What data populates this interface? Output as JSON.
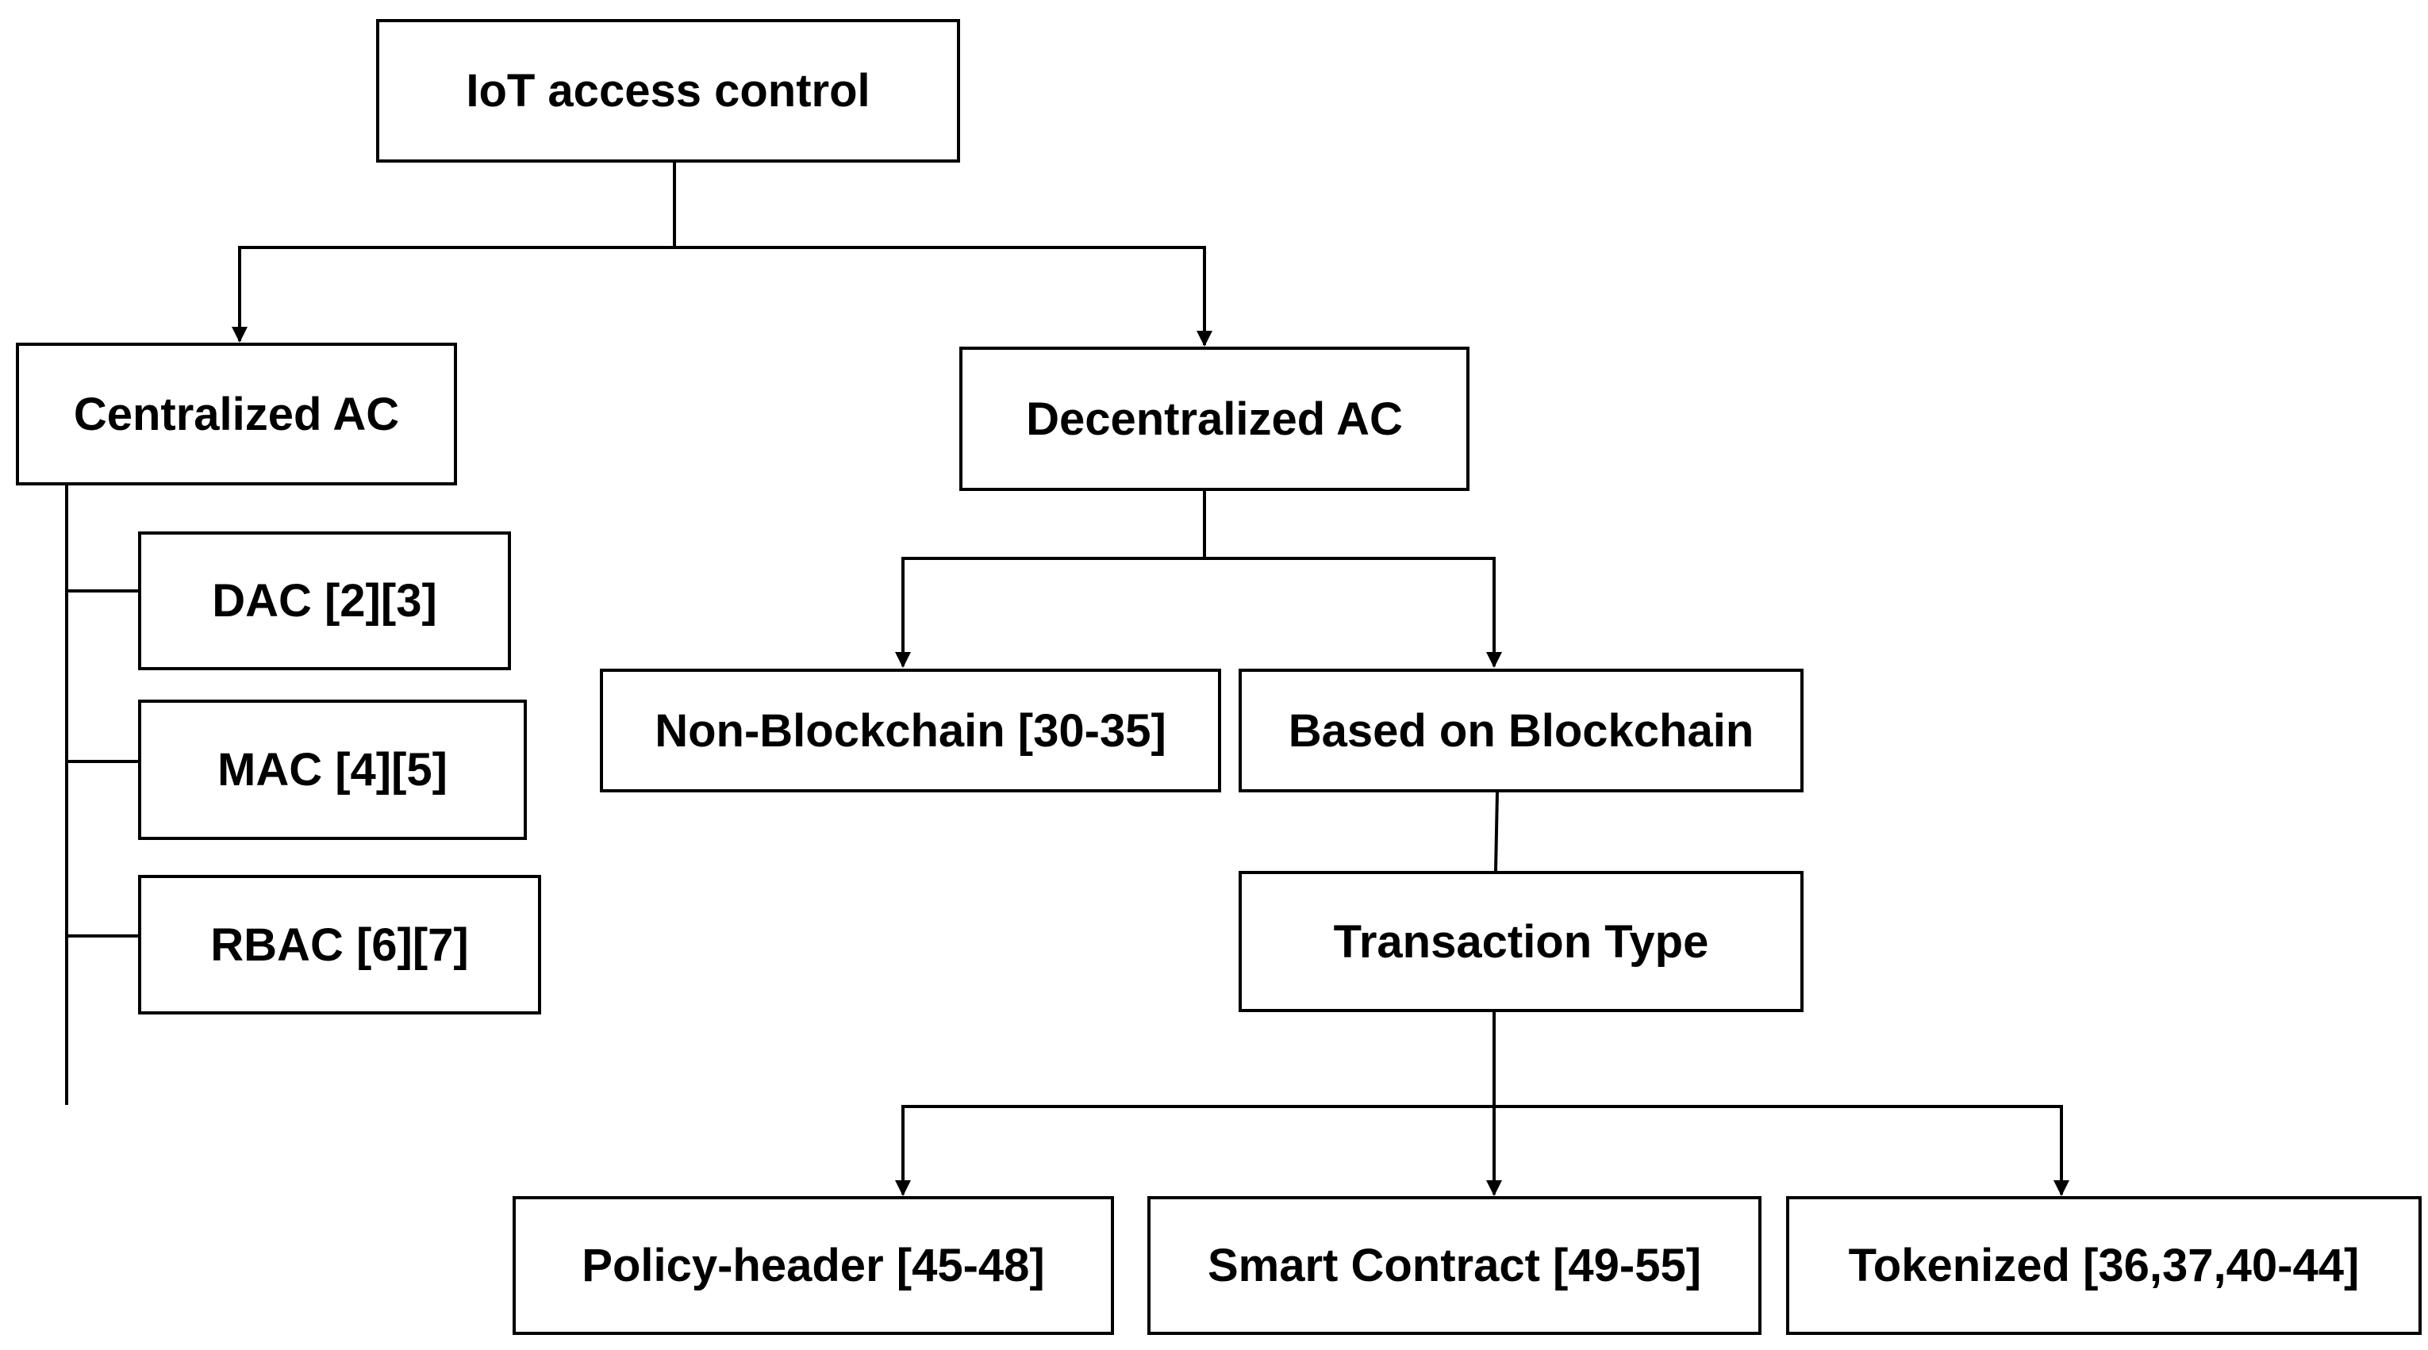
{
  "diagram": {
    "root": "IoT access control",
    "centralized": {
      "label": "Centralized AC",
      "children": [
        "DAC [2][3]",
        "MAC [4][5]",
        "RBAC [6][7]"
      ]
    },
    "decentralized": {
      "label": "Decentralized AC",
      "non_blockchain": "Non-Blockchain [30-35]",
      "based_on_blockchain": "Based on Blockchain",
      "transaction_type": "Transaction Type",
      "transaction_children": [
        "Policy-header [45-48]",
        "Smart Contract [49-55]",
        "Tokenized [36,37,40-44]"
      ]
    }
  },
  "colors": {
    "line": "#000000",
    "box_fill": "#ffffff",
    "text": "#000000"
  }
}
